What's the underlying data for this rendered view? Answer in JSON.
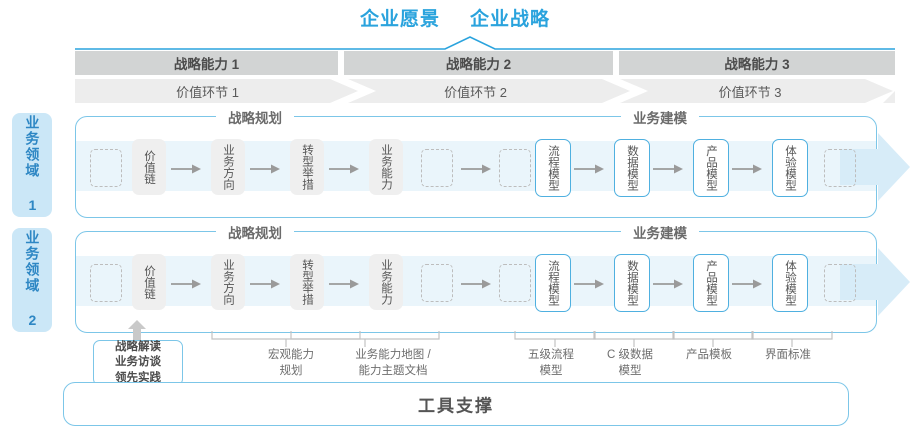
{
  "header": {
    "titles": [
      "企业愿景",
      "企业战略"
    ],
    "accent_color": "#2aa3dd"
  },
  "capability_bar": {
    "items": [
      "战略能力 1",
      "战略能力 2",
      "战略能力 3"
    ],
    "bg_color": "#d2d4d4"
  },
  "value_bar": {
    "items": [
      "价值环节 1",
      "价值环节 2",
      "价值环节 3"
    ],
    "bg_color": "#ededed"
  },
  "side_labels": [
    {
      "text": "业务领域 1"
    },
    {
      "text": "业务领域 2"
    }
  ],
  "sections": {
    "left_title": "战略规划",
    "right_title": "业务建模"
  },
  "nodes": {
    "strategy": [
      "价值链",
      "业务方向",
      "转型举措",
      "业务能力"
    ],
    "modeling": [
      "流程模型",
      "数据模型",
      "产品模型",
      "体验模型"
    ]
  },
  "tool_box": {
    "lines": "战略解读\n业务访谈\n领先实践"
  },
  "tool_labels": [
    {
      "text": "宏观能力\n规划"
    },
    {
      "text": "业务能力地图 /\n能力主题文档"
    },
    {
      "text": "五级流程\n模型"
    },
    {
      "text": "C 级数据\n模型"
    },
    {
      "text": "产品模板"
    },
    {
      "text": "界面标准"
    }
  ],
  "footer": {
    "label": "工具支撑"
  },
  "colors": {
    "blue_border": "#7cc6e8",
    "blue_node": "#4fb0e0",
    "band": "#eaf5fb",
    "gray_node": "#efefef",
    "side_bg": "#cbe7f7",
    "side_text": "#2e87c4",
    "pale_arrow": "#d7ecf8"
  }
}
